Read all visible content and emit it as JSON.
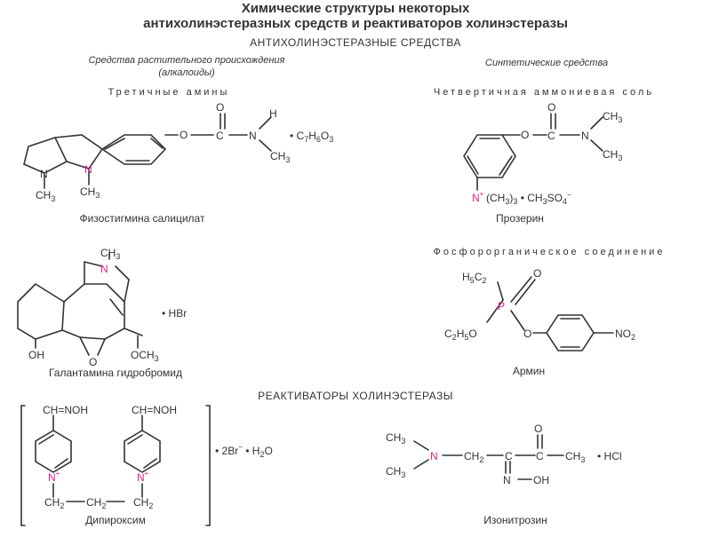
{
  "title_line1": "Химические структуры некоторых",
  "title_line2": "антихолинэстеразных средств и реактиваторов холинэстеразы",
  "section_anticholinesterase": "АНТИХОЛИНЭСТЕРАЗНЫЕ СРЕДСТВА",
  "plant_origin_line1": "Средства растительного происхождения",
  "plant_origin_line2": "(алкалоиды)",
  "synthetic": "Синтетические средства",
  "tertiary_amines": "Третичные амины",
  "quaternary_ammonium": "Четвертичная аммониевая соль",
  "organophosphorus": "Фосфорорганическое соединение",
  "section_reactivators": "РЕАКТИВАТОРЫ ХОЛИНЭСТЕРАЗЫ",
  "compounds": {
    "physostigmine": "Физостигмина салицилат",
    "proserin": "Прозерин",
    "galantamine": "Галантамина гидробромид",
    "armin": "Армин",
    "dipiroxim": "Дипироксим",
    "isonitrosine": "Изонитрозин"
  },
  "colors": {
    "accent_atom": "#e0208c",
    "ink": "#333333"
  }
}
